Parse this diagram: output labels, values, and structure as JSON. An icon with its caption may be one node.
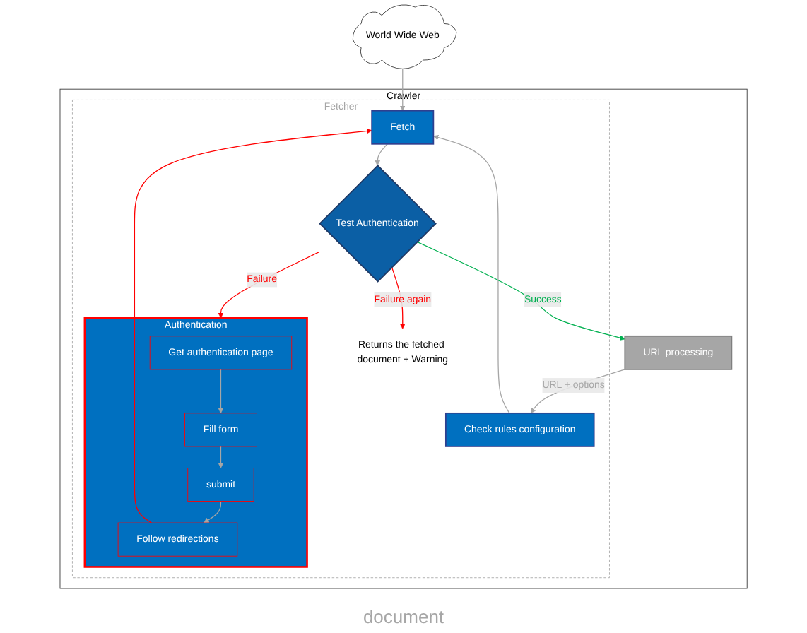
{
  "diagram": {
    "nodes": [
      {
        "text": [
          "World Wide Web"
        ]
      },
      {
        "text": [
          "Crawler"
        ]
      },
      {
        "text": [
          "Fetcher"
        ],
        "in": 1
      },
      {
        "text": [
          "Fetch"
        ],
        "in": 2
      },
      {
        "text": [
          "Check rules configuration"
        ],
        "in": 2
      },
      {
        "text": [
          "Test Authentication"
        ],
        "in": 2
      },
      {
        "text": [
          "Authentication"
        ],
        "in": 2
      },
      {
        "text": [
          "Get authentication page"
        ],
        "in": 6
      },
      {
        "text": [
          "Fill form"
        ],
        "in": 6
      },
      {
        "text": [
          "submit"
        ],
        "in": 6
      },
      {
        "text": [
          "Follow redirections"
        ],
        "in": 6
      },
      {
        "text": [
          "Returns the fetched document + Warning"
        ],
        "in": 2
      },
      {
        "text": [
          "URL processing"
        ],
        "in": 1
      }
    ],
    "edges": [
      {
        "from": 0,
        "to": 3,
        "arrow": "to"
      },
      {
        "from": 4,
        "to": 3,
        "arrow": "to"
      },
      {
        "from": 3,
        "to": 5,
        "arrow": "to"
      },
      {
        "from": 5,
        "to": 6,
        "arrow": "to",
        "label": "Failure",
        "color": "#ff0000"
      },
      {
        "from": 7,
        "to": 8,
        "arrow": "to"
      },
      {
        "from": 8,
        "to": 9,
        "arrow": "to"
      },
      {
        "from": 9,
        "to": 10,
        "arrow": "to"
      },
      {
        "from": 10,
        "to": 3,
        "arrow": "to",
        "color": "#ff0000"
      },
      {
        "from": 5,
        "to": 11,
        "arrow": "to",
        "label": "Failure again",
        "color": "#ff0000"
      },
      {
        "from": 5,
        "to": 12,
        "arrow": "to",
        "label": "Success",
        "color": "#00b050"
      },
      {
        "from": 12,
        "to": 4,
        "arrow": "to",
        "label": "URL + options"
      }
    ],
    "labels": [
      "document"
    ]
  }
}
